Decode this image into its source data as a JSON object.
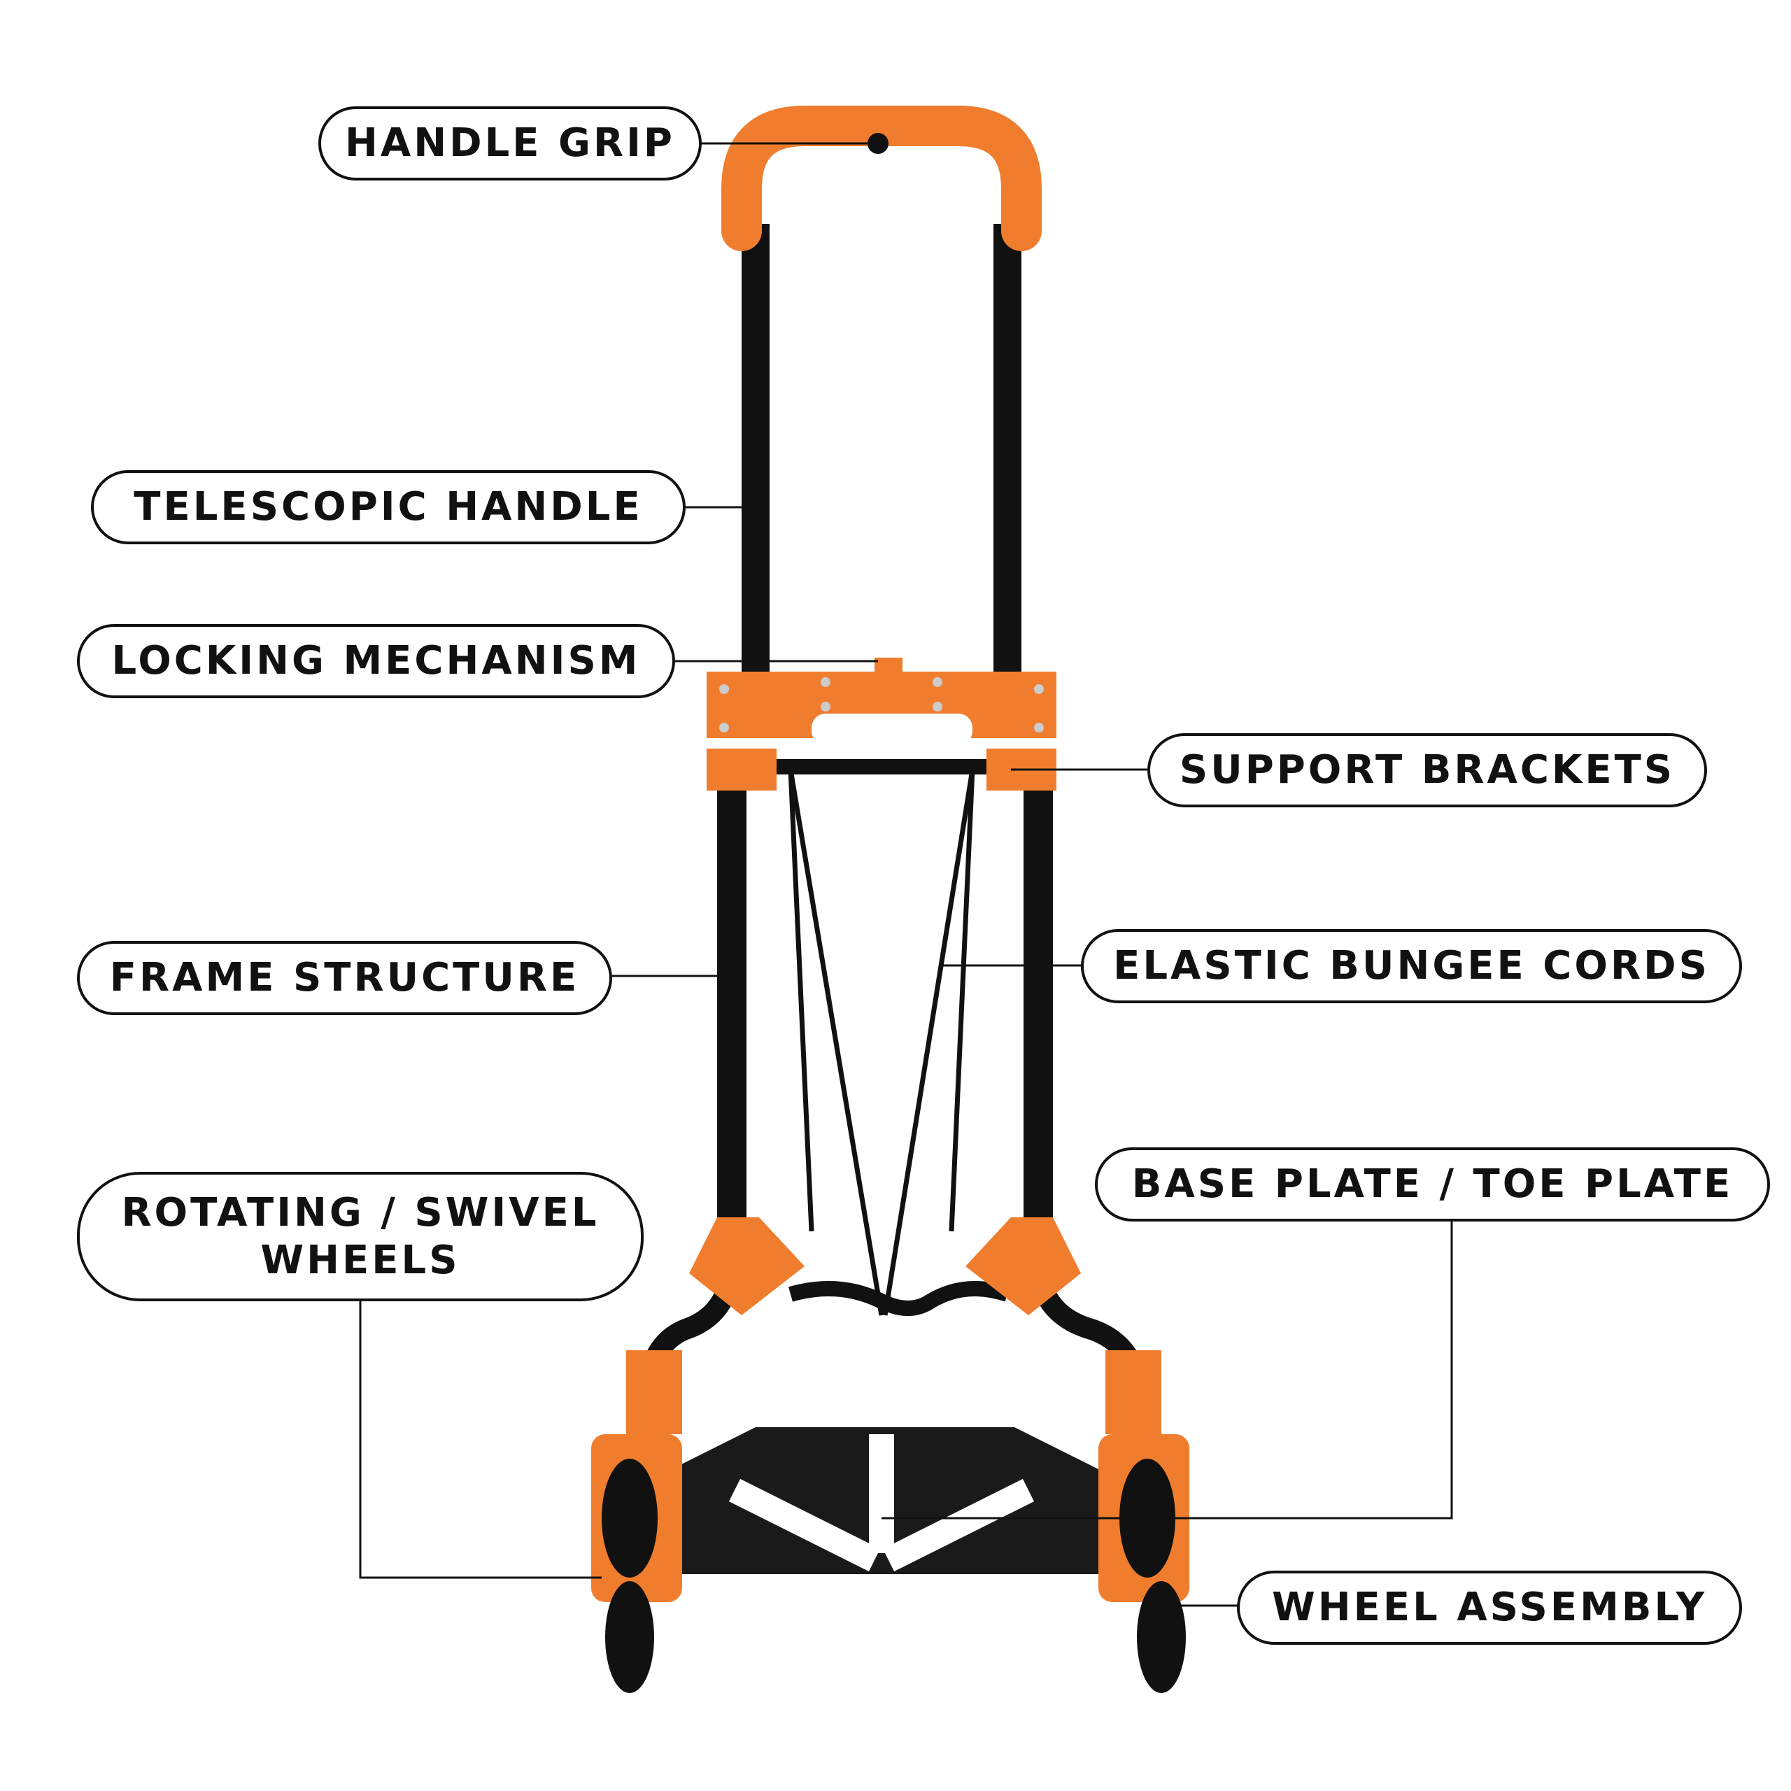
{
  "colors": {
    "accent_orange": "#F07D2D",
    "frame_black": "#111111",
    "outline": "#111111",
    "background": "#FFFFFF"
  },
  "labels": {
    "handle_grip": "HANDLE GRIP",
    "telescopic_handle": "TELESCOPIC HANDLE",
    "locking_mechanism": "LOCKING MECHANISM",
    "support_brackets": "SUPPORT BRACKETS",
    "frame_structure": "FRAME STRUCTURE",
    "elastic_bungee_cords": "ELASTIC BUNGEE CORDS",
    "base_plate": "BASE PLATE / TOE PLATE",
    "swivel_wheels": "ROTATING / SWIVEL\nWHEELS",
    "wheel_assembly": "WHEEL ASSEMBLY"
  }
}
